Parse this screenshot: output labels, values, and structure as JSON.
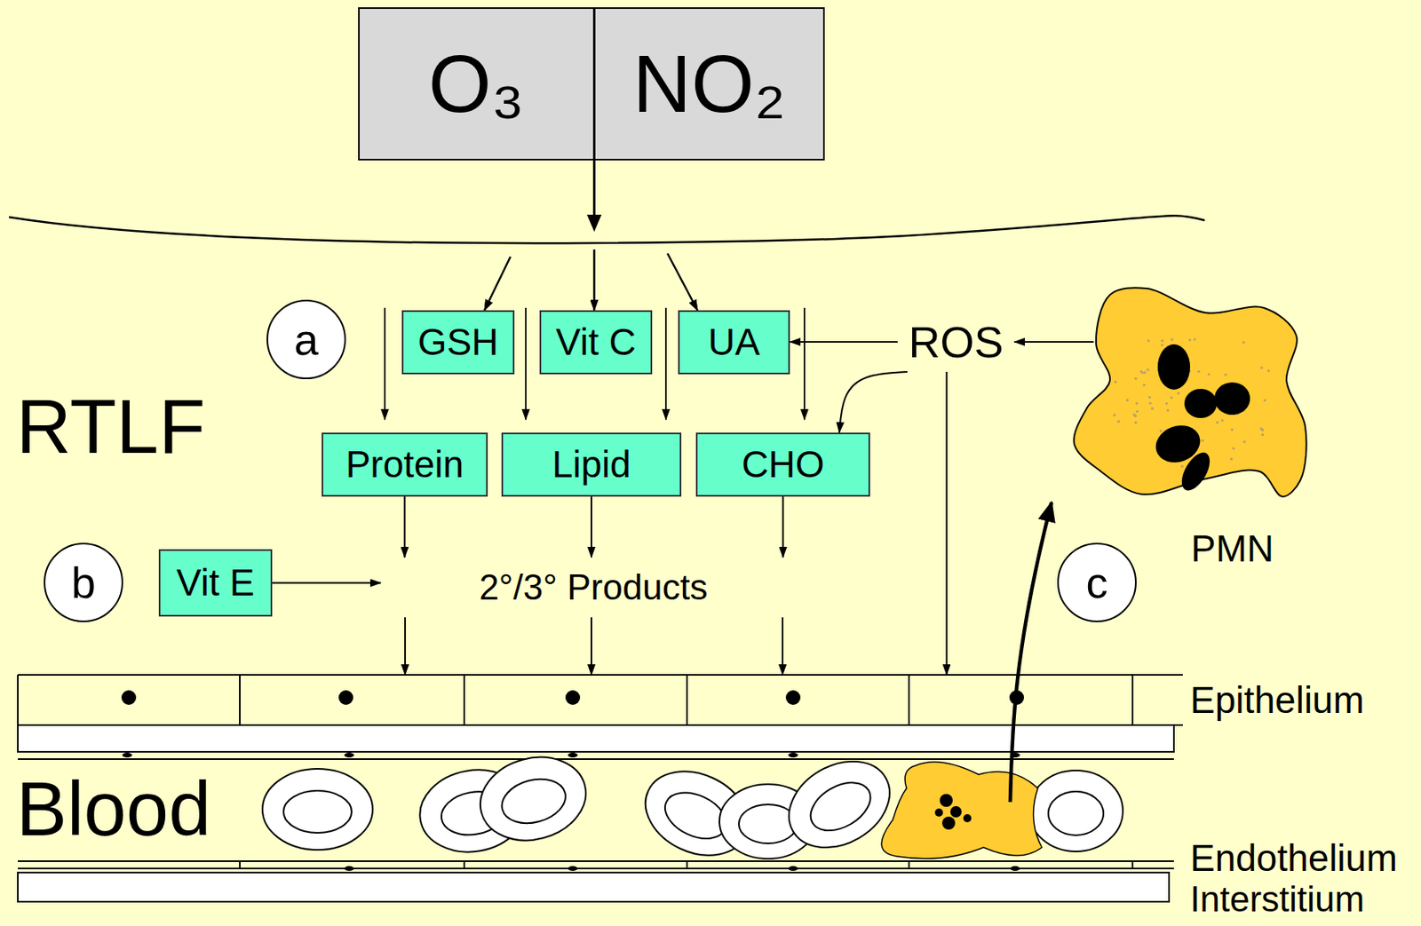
{
  "diagram": {
    "nodes": [
      {
        "text": [
          "O₃"
        ]
      },
      {
        "text": [
          "NO₂"
        ]
      },
      {
        "text": [
          "a"
        ]
      },
      {
        "text": [
          "GSH"
        ]
      },
      {
        "text": [
          "Vit C"
        ]
      },
      {
        "text": [
          "UA"
        ]
      },
      {
        "text": [
          "ROS"
        ]
      },
      {
        "text": [
          "PMN"
        ]
      },
      {
        "text": [
          "Protein"
        ]
      },
      {
        "text": [
          "Lipid"
        ]
      },
      {
        "text": [
          "CHO"
        ]
      },
      {
        "text": [
          "b"
        ]
      },
      {
        "text": [
          "Vit E"
        ]
      },
      {
        "text": [
          "2°/3° Products"
        ]
      },
      {
        "text": [
          "c"
        ]
      },
      {
        "text": [
          "Epithelium"
        ]
      }
    ],
    "edges": [
      {
        "from": 0,
        "to": 3,
        "arrow": "to"
      },
      {
        "from": 0,
        "to": 4,
        "arrow": "to"
      },
      {
        "from": 0,
        "to": 5,
        "arrow": "to"
      },
      {
        "from": 1,
        "to": 3,
        "arrow": "to"
      },
      {
        "from": 1,
        "to": 4,
        "arrow": "to"
      },
      {
        "from": 1,
        "to": 5,
        "arrow": "to"
      },
      {
        "from": 7,
        "to": 6,
        "arrow": "to"
      },
      {
        "from": 6,
        "to": 5,
        "arrow": "to"
      },
      {
        "from": 6,
        "to": 10,
        "arrow": "to"
      },
      {
        "from": 6,
        "to": 15,
        "arrow": "to"
      },
      {
        "from": 8,
        "to": 13,
        "arrow": "to"
      },
      {
        "from": 9,
        "to": 13,
        "arrow": "to"
      },
      {
        "from": 10,
        "to": 13,
        "arrow": "to"
      },
      {
        "from": 12,
        "to": 13,
        "arrow": "to"
      },
      {
        "from": 13,
        "to": 15,
        "arrow": "to"
      },
      {
        "from": 13,
        "to": 15,
        "arrow": "to"
      },
      {
        "from": 13,
        "to": 15,
        "arrow": "to"
      }
    ],
    "labels": [
      "RTLF",
      "Blood",
      "Endothelium",
      "Interstitium"
    ]
  }
}
